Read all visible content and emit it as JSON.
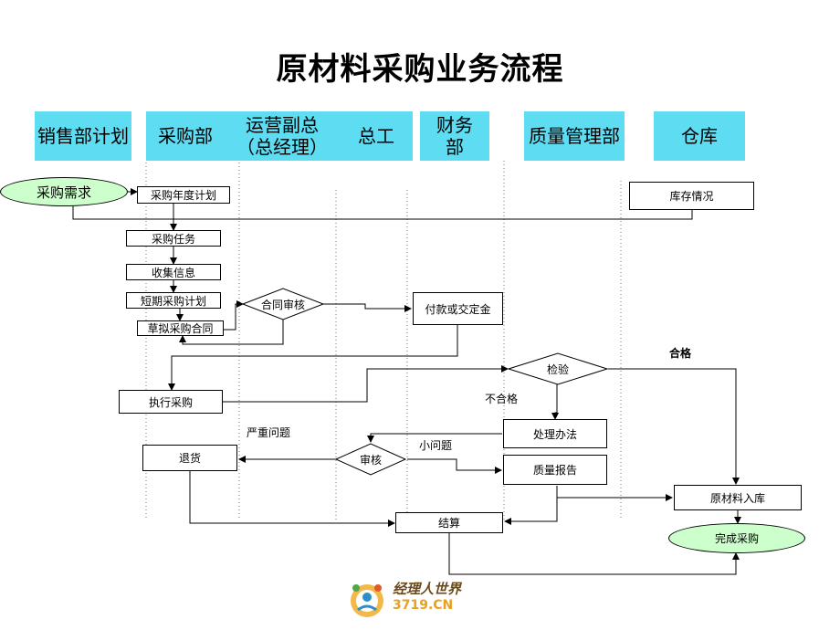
{
  "title": "原材料采购业务流程",
  "lanes": [
    {
      "label": "销售部计划"
    },
    {
      "label": "采购部"
    },
    {
      "label": "运营副总\n（总经理）"
    },
    {
      "label": "总工"
    },
    {
      "label": "财务\n部"
    },
    {
      "label": "质量管理部"
    },
    {
      "label": "仓库"
    }
  ],
  "nodes": {
    "purchase_demand": "采购需求",
    "annual_plan": "采购年度计划",
    "inventory": "库存情况",
    "task": "采购任务",
    "collect_info": "收集信息",
    "short_plan": "短期采购计划",
    "draft_contract": "草拟采购合同",
    "contract_review": "合同审核",
    "payment": "付款或交定金",
    "execute": "执行采购",
    "inspect": "检验",
    "handle": "处理办法",
    "review": "审核",
    "return_goods": "退货",
    "quality_report": "质量报告",
    "warehouse_in": "原材料入库",
    "settle": "结算",
    "complete": "完成采购"
  },
  "edge_labels": {
    "pass": "合格",
    "fail": "不合格",
    "serious": "严重问题",
    "minor": "小问题"
  },
  "logo": {
    "line1": "经理人世界",
    "line2": "3719.CN"
  },
  "colors": {
    "lane_header": "#5edcf2",
    "oval_fill": "#ccffcc"
  }
}
